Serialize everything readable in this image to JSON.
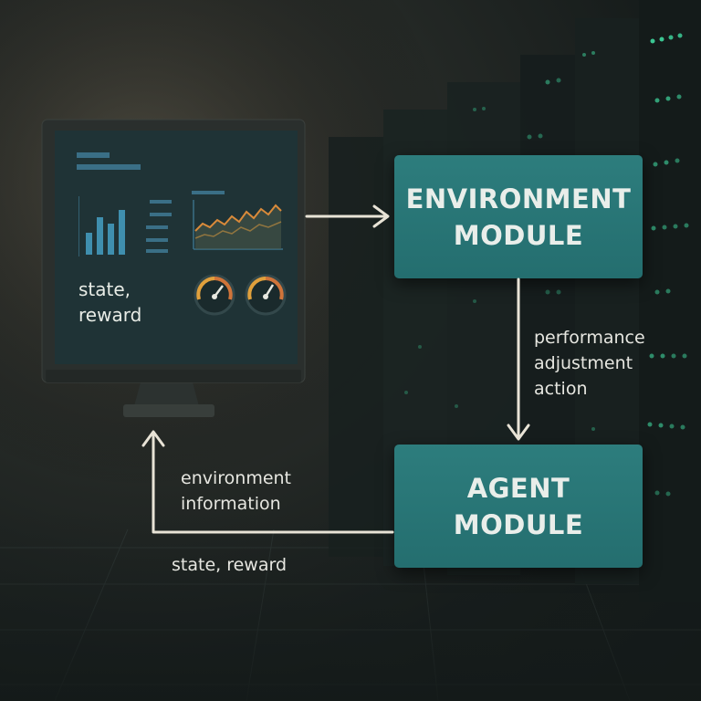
{
  "modules": {
    "environment": "ENVIRONMENT\nMODULE",
    "agent": "AGENT\nMODULE"
  },
  "labels": {
    "monitor_screen": "state,\nreward",
    "action": "performance\nadjustment\naction",
    "environment_information": "environment\ninformation",
    "state_reward": "state, reward"
  },
  "colors": {
    "module_box": "#2a7676",
    "module_text": "#e9eeea",
    "arrow": "#e8e3d6",
    "background": "#1a2120",
    "server_led": "#3fd9a0"
  },
  "icons": {
    "monitor": "desktop-monitor-icon",
    "bar_chart": "bar-chart-icon",
    "line_chart": "area-line-chart-icon",
    "gauge": "speedometer-gauge-icon",
    "server_rack": "server-rack-icon"
  }
}
